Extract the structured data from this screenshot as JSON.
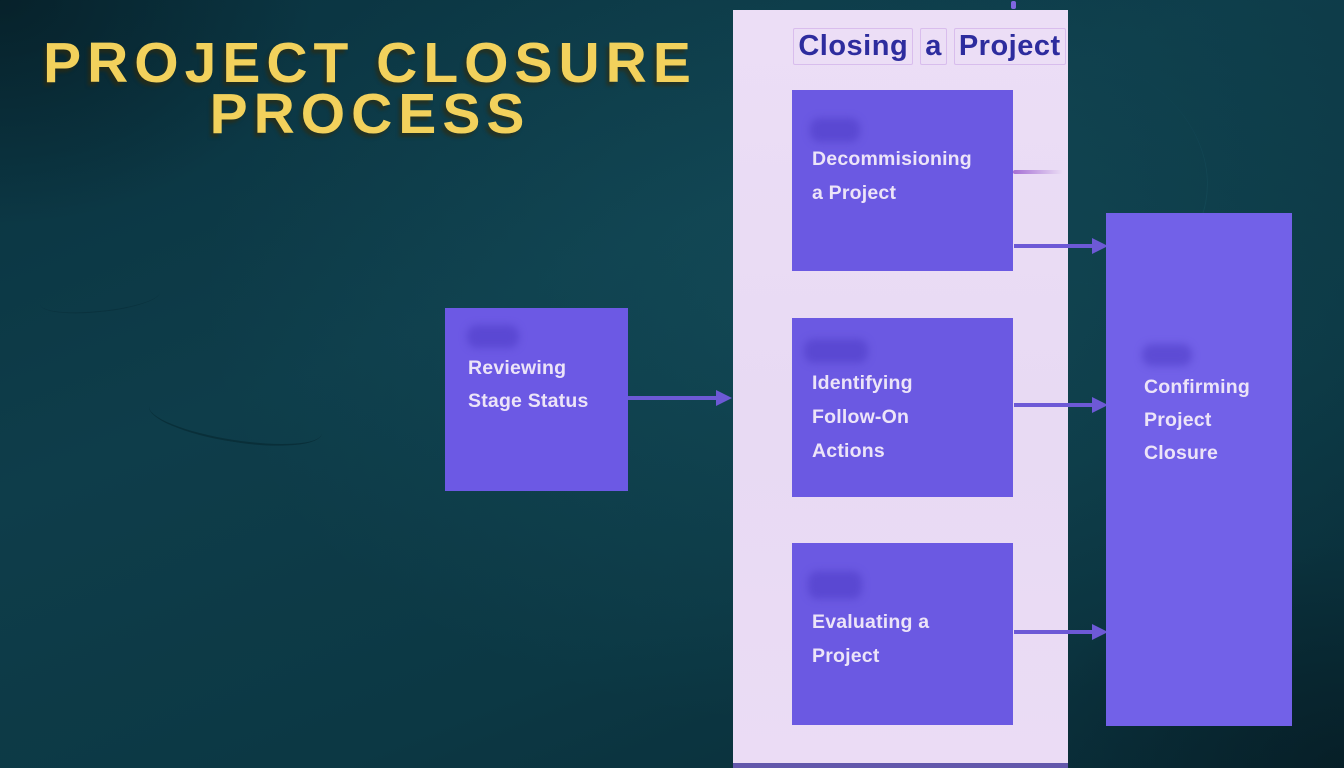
{
  "title": {
    "line1": "PROJECT CLOSURE",
    "line2": "PROCESS"
  },
  "group": {
    "header_words": [
      "Closing",
      "a",
      "Project"
    ]
  },
  "nodes": {
    "reviewing_stage_status": {
      "lines": [
        "Reviewing",
        "Stage Status"
      ]
    },
    "decommisioning_a_project": {
      "lines": [
        "Decommisioning",
        "a Project"
      ]
    },
    "identifying_follow_on_actions": {
      "lines": [
        "Identifying",
        "Follow-On",
        "Actions"
      ]
    },
    "evaluating_a_project": {
      "lines": [
        "Evaluating a",
        "Project"
      ]
    },
    "confirming_project_closure": {
      "lines": [
        "Confirming",
        "Project",
        "Closure"
      ]
    }
  },
  "connections": [
    {
      "from": "Reviewing Stage Status",
      "to": "Closing a Project"
    },
    {
      "from": "Decommisioning a Project",
      "to": "Confirming Project Closure"
    },
    {
      "from": "Identifying Follow-On Actions",
      "to": "Confirming Project Closure"
    },
    {
      "from": "Evaluating a Project",
      "to": "Confirming Project Closure"
    }
  ],
  "colors": {
    "background": "#0c3642",
    "title_yellow": "#f2d15c",
    "node_purple": "#6c59e4",
    "confirming_purple": "#7261e8",
    "panel_lavender": "#e9dcf4",
    "header_indigo": "#2d2c9e",
    "node_text": "#ece4f8",
    "arrow": "#6d59d6"
  }
}
